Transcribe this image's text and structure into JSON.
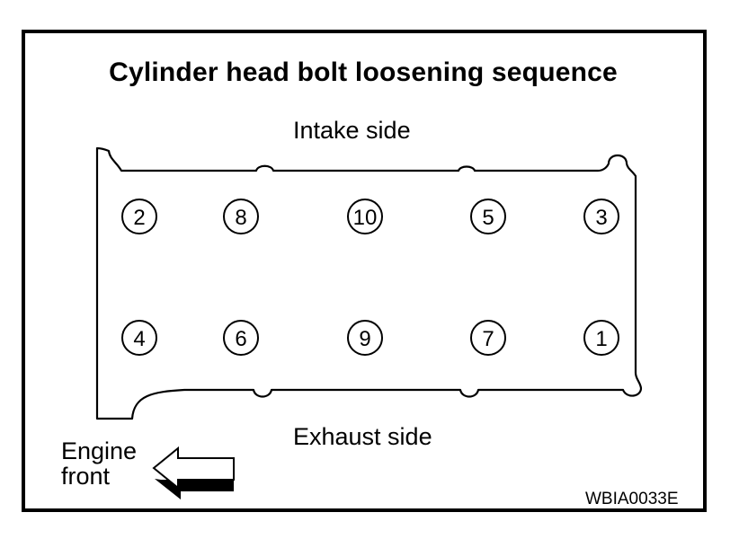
{
  "title": "Cylinder head bolt loosening sequence",
  "labels": {
    "intake_side": "Intake side",
    "exhaust_side": "Exhaust side",
    "engine_front_line1": "Engine",
    "engine_front_line2": "front",
    "figure_code": "WBIA0033E"
  },
  "bolts": {
    "intake_row": [
      "2",
      "8",
      "10",
      "5",
      "3"
    ],
    "exhaust_row": [
      "4",
      "6",
      "9",
      "7",
      "1"
    ]
  },
  "colors": {
    "line": "#000000",
    "background": "#ffffff"
  }
}
